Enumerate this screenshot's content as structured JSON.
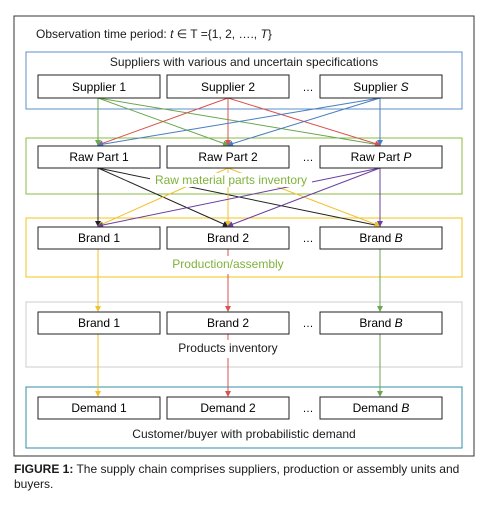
{
  "title": {
    "prefix": "Observation time period: ",
    "var": "t",
    "mid": " ∈ T ={1, 2, …., ",
    "end": "T",
    "close": "}"
  },
  "suppliers": {
    "caption": "Suppliers with various and uncertain specifications",
    "items": [
      {
        "label": "Supplier 1"
      },
      {
        "label": "Supplier 2"
      },
      {
        "label": "…"
      },
      {
        "label": "Supplier ",
        "italic": "S"
      }
    ]
  },
  "raw_parts": {
    "caption": "Raw material parts inventory",
    "items": [
      {
        "label": "Raw Part 1"
      },
      {
        "label": "Raw Part 2"
      },
      {
        "label": "…"
      },
      {
        "label": "Raw Part ",
        "italic": "P"
      }
    ]
  },
  "production": {
    "caption": "Production/assembly",
    "items": [
      {
        "label": "Brand 1"
      },
      {
        "label": "Brand 2"
      },
      {
        "label": "…"
      },
      {
        "label": "Brand ",
        "italic": "B"
      }
    ]
  },
  "products": {
    "caption": "Products inventory",
    "items": [
      {
        "label": "Brand 1"
      },
      {
        "label": "Brand 2"
      },
      {
        "label": "…"
      },
      {
        "label": "Brand ",
        "italic": "B"
      }
    ]
  },
  "demand": {
    "caption": "Customer/buyer with probabilistic demand",
    "items": [
      {
        "label": "Demand 1"
      },
      {
        "label": "Demand 2"
      },
      {
        "label": "…"
      },
      {
        "label": "Demand ",
        "italic": "B"
      }
    ]
  },
  "figure_caption": {
    "lead": "FIGURE 1:",
    "text": " The supply chain comprises suppliers, production or assembly units and buyers."
  },
  "colors": {
    "suppliers_frame": "#5b8fc8",
    "raw_frame": "#8dbb45",
    "production_frame": "#f0c419",
    "products_frame": "#c8c8c8",
    "demand_frame": "#2e8fa5",
    "green_text": "#7fb23a",
    "arrow_green": "#6aa84f",
    "arrow_red": "#d9534f",
    "arrow_blue": "#4a7dc0",
    "arrow_yellow": "#f2c12e",
    "arrow_black": "#222222",
    "arrow_purple": "#6a3fa0"
  }
}
